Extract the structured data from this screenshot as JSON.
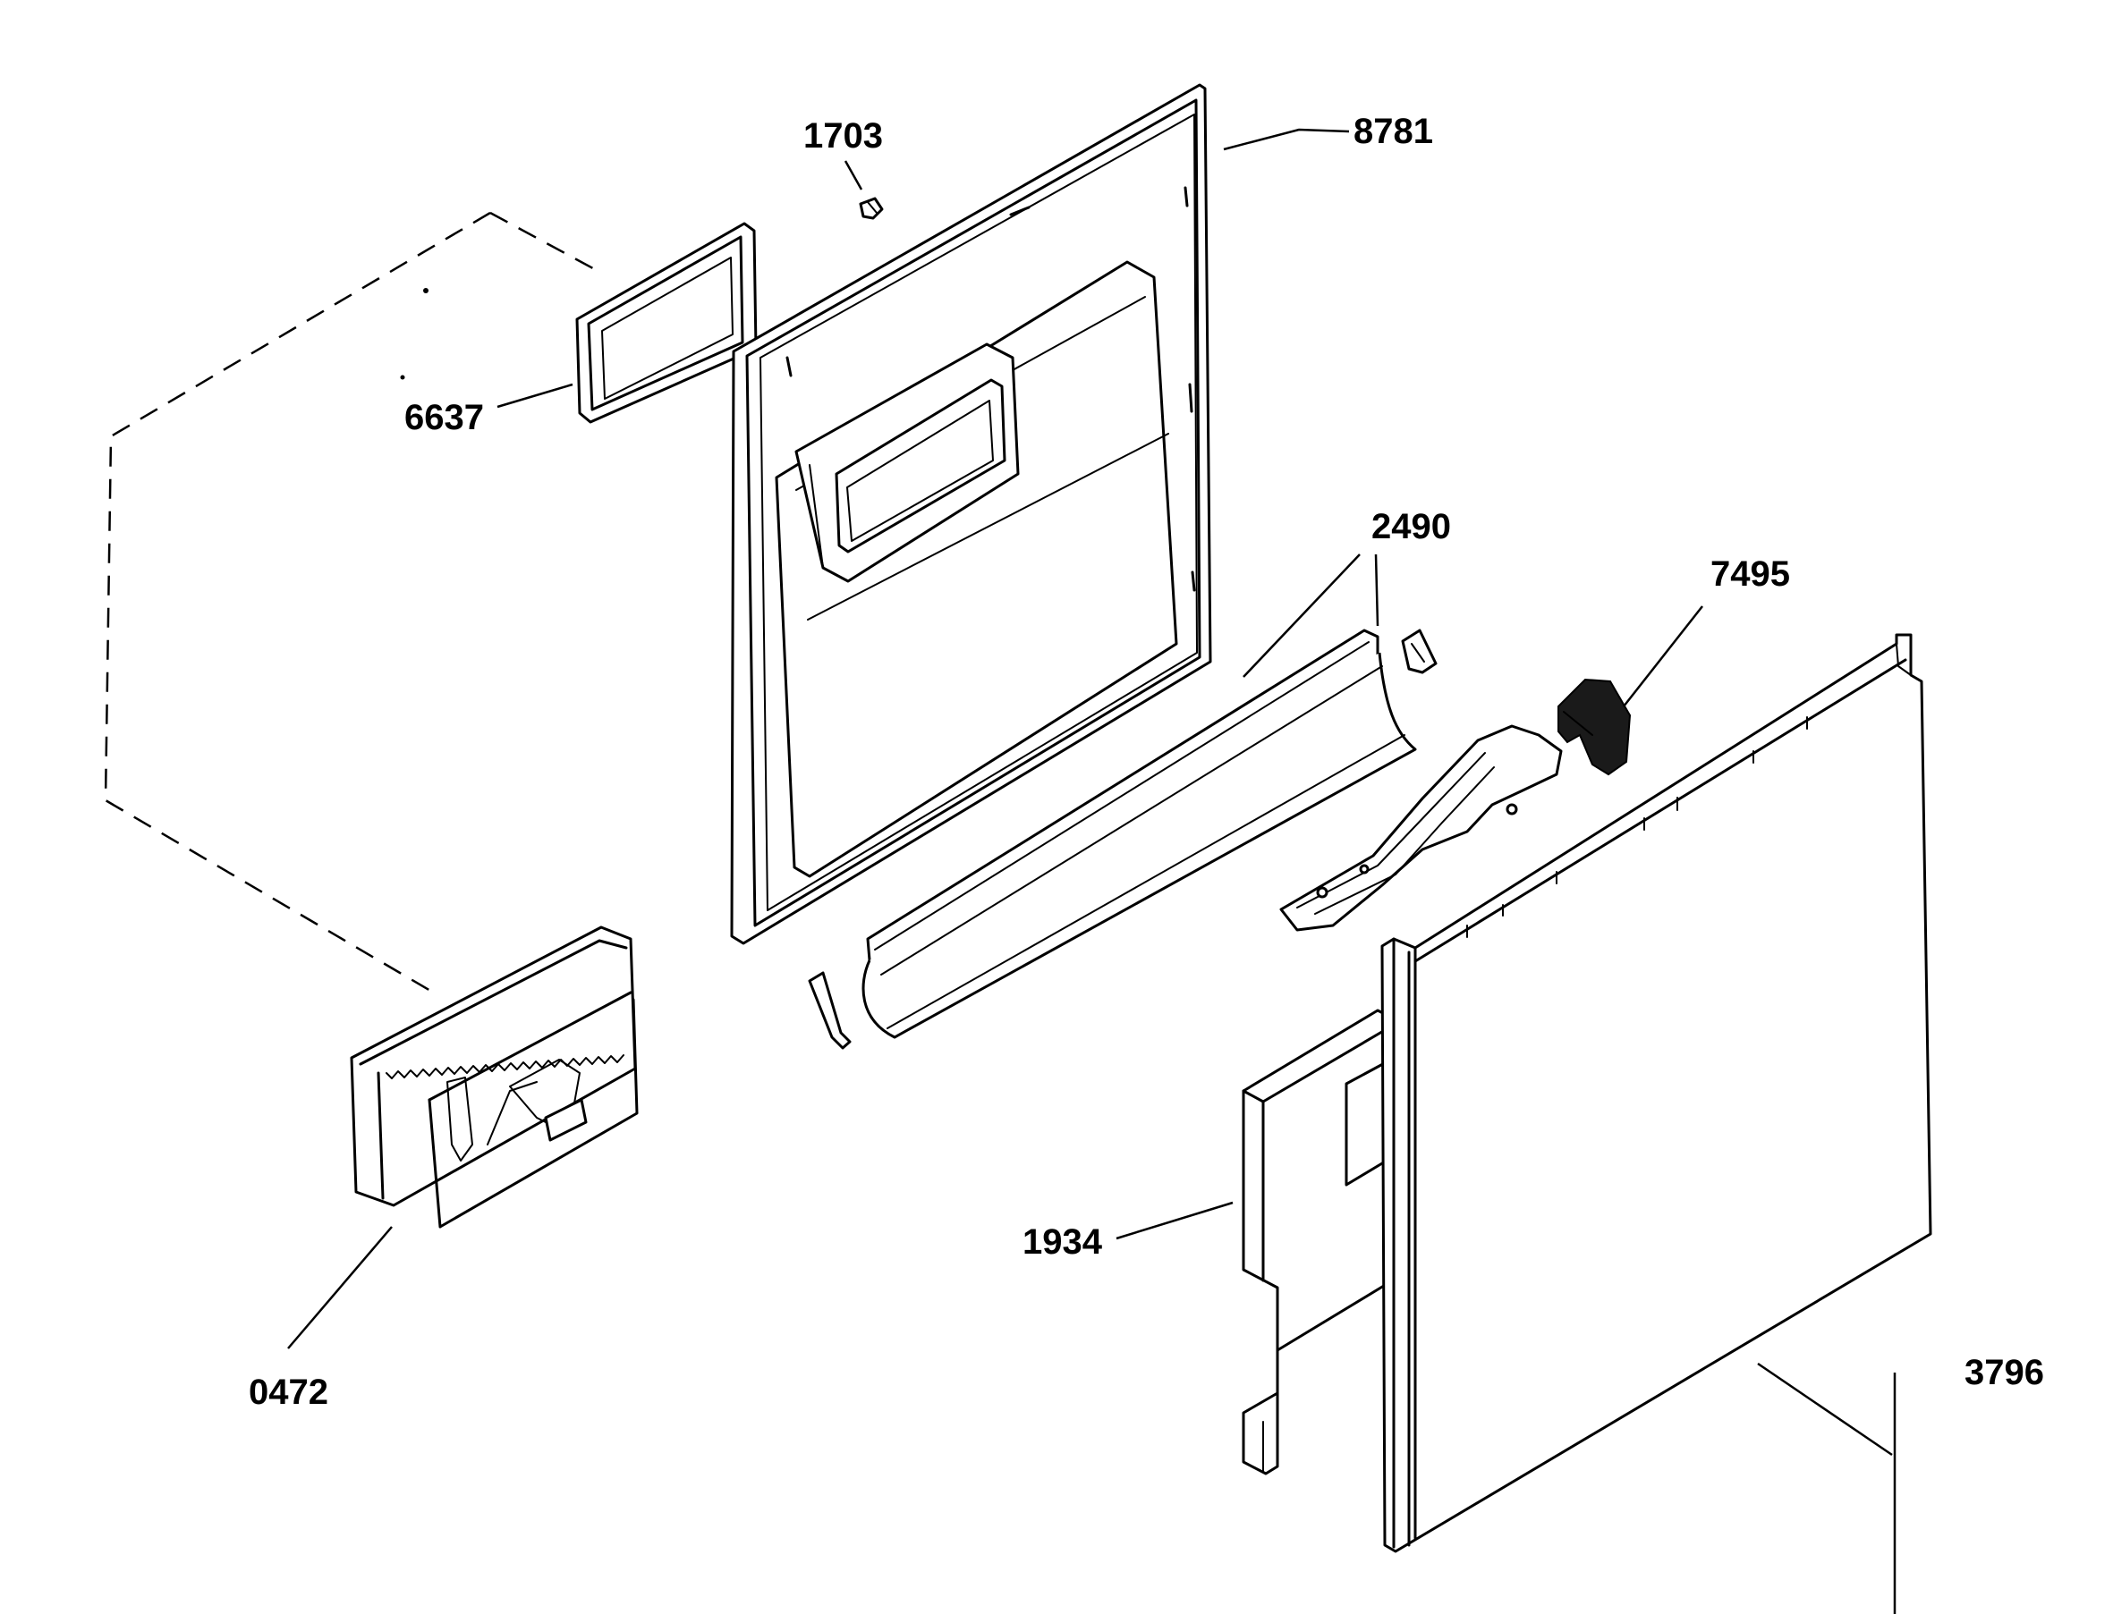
{
  "diagram": {
    "type": "exploded-parts-view",
    "parts": [
      {
        "id": "8781",
        "label": "8781"
      },
      {
        "id": "1703",
        "label": "1703"
      },
      {
        "id": "6637",
        "label": "6637"
      },
      {
        "id": "2490",
        "label": "2490"
      },
      {
        "id": "7495",
        "label": "7495"
      },
      {
        "id": "1934",
        "label": "1934"
      },
      {
        "id": "0472",
        "label": "0472"
      },
      {
        "id": "3796",
        "label": "3796"
      }
    ]
  }
}
